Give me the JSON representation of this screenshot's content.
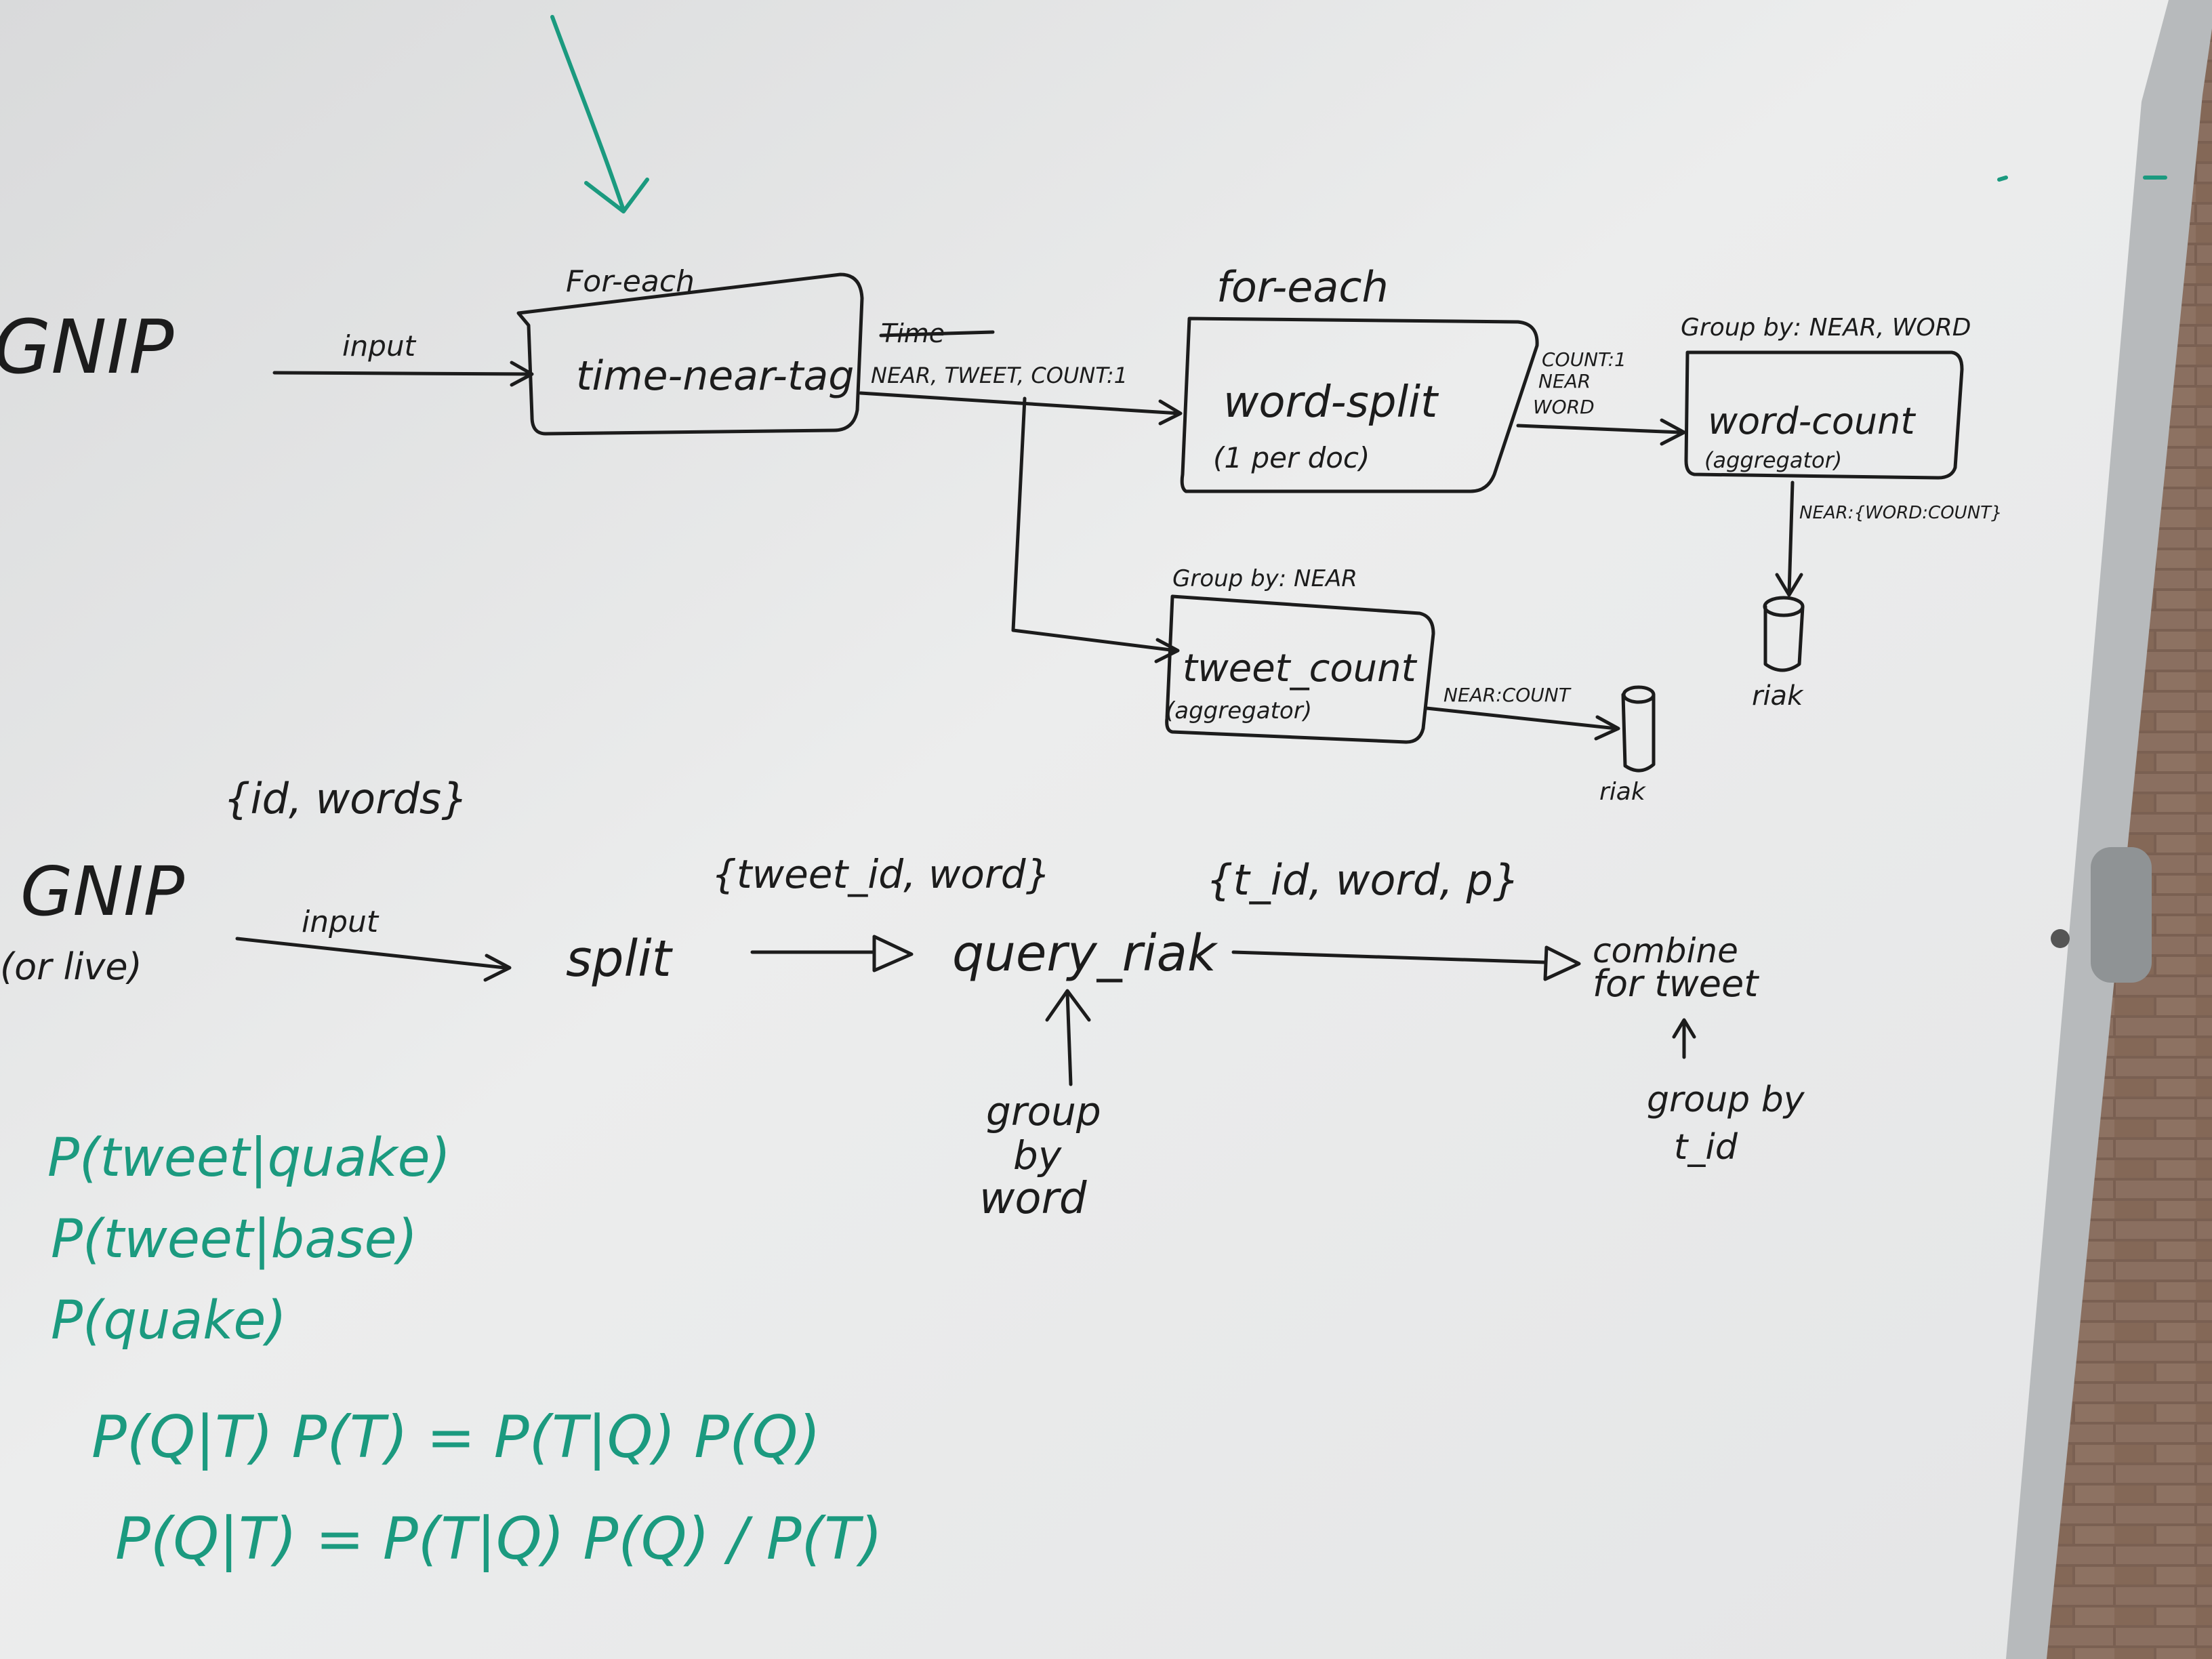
{
  "colors": {
    "ink": "#1c1c1c",
    "marker_green": "#1b9a7f",
    "board": "#e9eaea",
    "frame": "#b9bcbe",
    "brick": "#6b5448"
  },
  "top_flow": {
    "source": "GNIP",
    "input_label": "input",
    "foreach_1": "For-each",
    "node_1": "time-near-tag",
    "struck_word": "Time",
    "edge_1_label": "NEAR, TWEET, COUNT:1",
    "foreach_2": "for-each",
    "node_2": "word-split",
    "node_2_sub": "(1 per doc)",
    "edge_2_label_1": "COUNT:1",
    "edge_2_label_2": "NEAR",
    "edge_2_label_3": "WORD",
    "group_3": "Group by: NEAR, WORD",
    "node_3": "word-count",
    "node_3_sub": "(aggregator)",
    "edge_3_label": "NEAR:{WORD:COUNT}",
    "store_3": "riak",
    "group_4": "Group by: NEAR",
    "node_4": "tweet_count",
    "node_4_sub": "(aggregator)",
    "edge_4_label": "NEAR:COUNT",
    "store_4": "riak"
  },
  "bottom_flow": {
    "source": "GNIP",
    "source_sub": "(or live)",
    "input_label": "input",
    "tuple_1": "{id, words}",
    "split": "split",
    "tuple_2": "{tweet_id, word}",
    "query": "query_riak",
    "tuple_3": "{t_id, word, p}",
    "combine_1": "combine",
    "combine_2": "for tweet",
    "group_a_1": "group",
    "group_a_2": "by",
    "group_a_3": "word",
    "group_b_1": "group by",
    "group_b_2": "t_id"
  },
  "formulas": [
    "P(tweet|quake)",
    "P(tweet|base)",
    "P(quake)",
    "P(Q|T) P(T) = P(T|Q) P(Q)",
    "P(Q|T) = P(T|Q) P(Q) / P(T)"
  ]
}
